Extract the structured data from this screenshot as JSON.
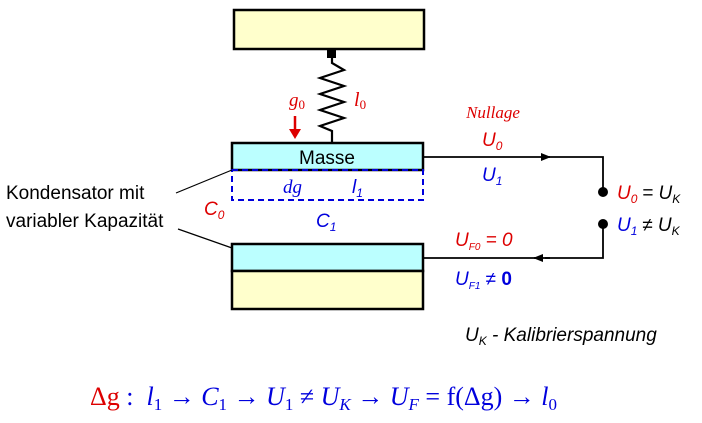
{
  "colors": {
    "red": "#dd0000",
    "blue": "#0000dd",
    "black": "#000000",
    "frame_fill": "#ffffcc",
    "mass_fill": "#bbffff"
  },
  "labels": {
    "mass": "Masse",
    "g0_base": "g",
    "g0_sub": "0",
    "l0_base": "l",
    "l0_sub": "0",
    "capacitor_line1": "Kondensator mit",
    "capacitor_line2": "variabler Kapazität",
    "c0_base": "C",
    "c0_sub": "0",
    "c1_base": "C",
    "c1_sub": "1",
    "dg": "dg",
    "l1_base": "l",
    "l1_sub": "1",
    "nullage": "Nullage",
    "u0_base": "U",
    "u0_sub": "0",
    "u1_base": "U",
    "u1_sub": "1",
    "term1_left_base": "U",
    "term1_left_sub": "0",
    "term1_op": "=",
    "term1_right_base": "U",
    "term1_right_sub": "K",
    "term2_left_base": "U",
    "term2_left_sub": "1",
    "term2_op": "≠",
    "term2_right_base": "U",
    "term2_right_sub": "K",
    "uf0_base": "U",
    "uf0_sub": "F0",
    "uf0_rest": " = 0",
    "uf1_base": "U",
    "uf1_sub": "F1",
    "uf1_op": " ≠ ",
    "uf1_val": "0",
    "uk_base": "U",
    "uk_sub": "K",
    "uk_desc": " - Kalibrierspannung"
  },
  "formula": {
    "dg": "Δg",
    "colon": " :  ",
    "l1_base": "l",
    "l1_sub": "1",
    "arrow1": " → ",
    "c1_base": "C",
    "c1_sub": "1",
    "arrow2": " → ",
    "u1_base": "U",
    "u1_sub": "1",
    "neq": " ≠ ",
    "uk_base": "U",
    "uk_sub": "K",
    "arrow3": " → ",
    "uf_base": "U",
    "uf_sub": "F",
    "eq_func": " = f(Δg)",
    "arrow4": " → ",
    "l0_base": "l",
    "l0_sub": "0"
  }
}
